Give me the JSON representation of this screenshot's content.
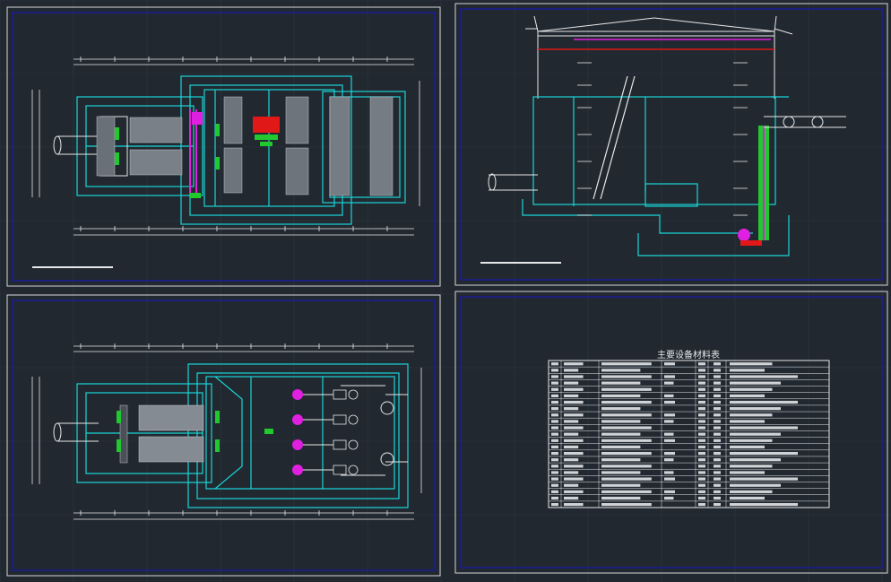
{
  "app": {
    "background": "#212830",
    "frame_color": "#d8d8d8",
    "inner_frame_color": "#1a1ab0",
    "grid_color": "#2c3440"
  },
  "colors": {
    "cyan": "#19d6d6",
    "white": "#e8e8e8",
    "magenta": "#e020e0",
    "red": "#e01818",
    "green": "#22c830",
    "gray": "#9aa0a6"
  },
  "sheets": [
    {
      "id": "plan-upper",
      "label": ""
    },
    {
      "id": "section",
      "label": ""
    },
    {
      "id": "plan-lower",
      "label": ""
    },
    {
      "id": "equipment-table",
      "label": ""
    }
  ],
  "equipment_table": {
    "title": "主要设备材料表",
    "row_count": 23,
    "col_count": 7
  }
}
